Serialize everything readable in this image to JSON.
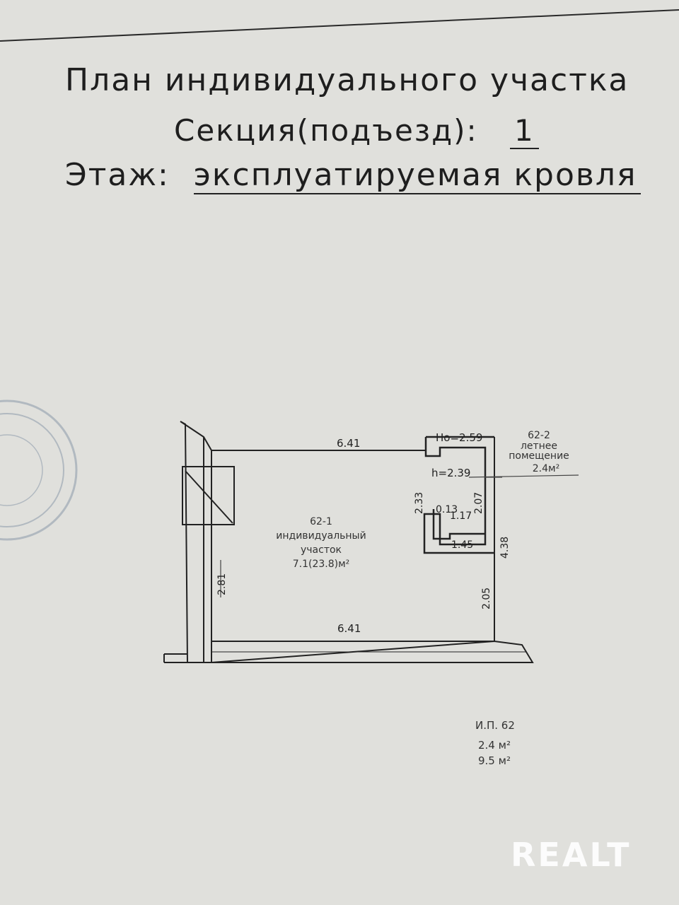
{
  "header": {
    "title": "План индивидуального участка",
    "section_label": "Секция(подъезд):",
    "section_value": "1",
    "floor_label": "Этаж:",
    "floor_value": "эксплуатируемая кровля"
  },
  "plan": {
    "dim_top": "6.41",
    "dim_bottom": "6.41",
    "dim_left": "2.81",
    "dim_right_lower": "2.05",
    "dim_right_total": "4.38",
    "dim_room_bottom": "1.45",
    "dim_room_height": "2.07",
    "dim_room_inner": "2.33",
    "dim_room_wall": "0.13",
    "dim_room_small": "1.17",
    "ho": "Hо=2.59",
    "h": "h=2.39",
    "room_1": {
      "id": "62-1",
      "name_line1": "индивидуальный",
      "name_line2": "участок",
      "area": "7.1(23.8)м²"
    },
    "room_2": {
      "id": "62-2",
      "name_line1": "летнее",
      "name_line2": "помещение",
      "area": "2.4м²"
    }
  },
  "summary": {
    "label": "И.П. 62",
    "area_1": "2.4 м²",
    "area_2": "9.5 м²"
  },
  "watermark": "REALT"
}
